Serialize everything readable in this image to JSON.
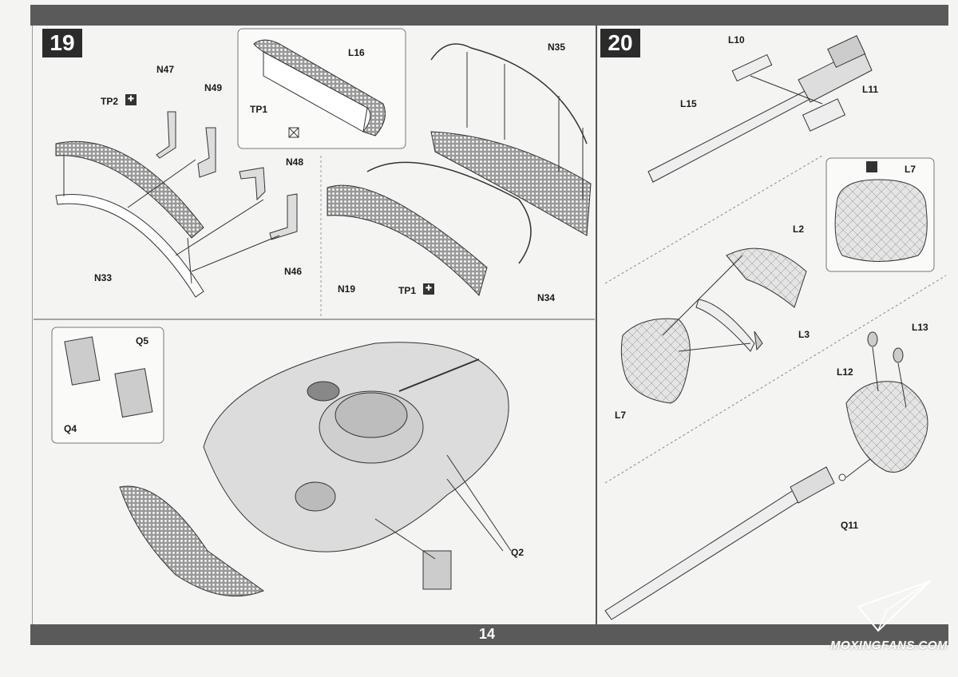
{
  "page": {
    "number": "14"
  },
  "watermark": {
    "text": "MOXINGFANS.COM"
  },
  "step19": {
    "badge": "19",
    "labels": {
      "n47": "N47",
      "n49": "N49",
      "tp2": "TP2",
      "n48": "N48",
      "n33": "N33",
      "n46": "N46",
      "l16": "L16",
      "tp1_inset": "TP1",
      "n35": "N35",
      "n19": "N19",
      "tp1": "TP1",
      "n34": "N34",
      "q5": "Q5",
      "q4": "Q4",
      "q2": "Q2"
    }
  },
  "step20": {
    "badge": "20",
    "labels": {
      "l10": "L10",
      "l11": "L11",
      "l15": "L15",
      "l7_inset": "L7",
      "l2": "L2",
      "l3": "L3",
      "l7": "L7",
      "l13": "L13",
      "l12": "L12",
      "q11": "Q11"
    }
  },
  "colors": {
    "bar": "#5a5a5a",
    "badge": "#2b2b2b",
    "line": "#333333"
  }
}
